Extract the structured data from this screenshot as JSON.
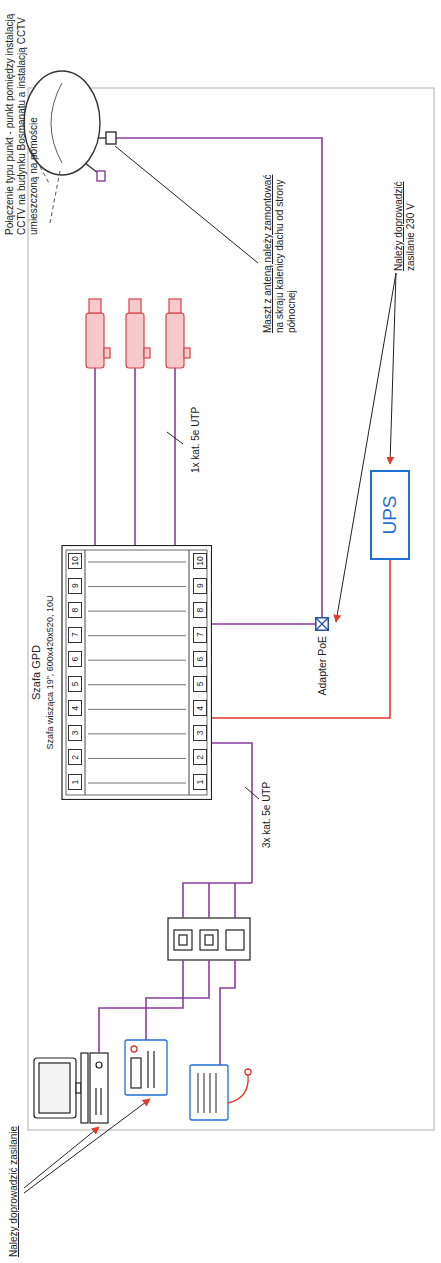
{
  "diagram": {
    "nodes": [
      {
        "text": [
          "Szafa GPD",
          "Szafa wisząca 19\", 600x420x520, 10U",
          "1",
          "2",
          "3",
          "4",
          "5",
          "6",
          "7",
          "8",
          "9",
          "10",
          "1",
          "2",
          "3",
          "4",
          "5",
          "6",
          "7",
          "8",
          "9",
          "10"
        ]
      },
      {
        "text": [
          "Adapter PoE"
        ]
      },
      {
        "text": [
          "UPS"
        ]
      }
    ],
    "edges": [
      {
        "from": 0,
        "to": 1,
        "arrow": "none"
      },
      {
        "from": 2,
        "to": 0,
        "arrow": "none"
      }
    ],
    "labels": [
      "Należy doprowadzić zasilanie",
      "1x kat. 5e UTP",
      "3x kat. 5e UTP",
      "Maszt z anteną należy zamontować na skraju kalenicy dachu od strony północnej",
      "Należy doprowadzić zasilanie 230 V",
      "Połączenie typu punkt - punkt pomiędzy instalacją CCTV na budynku Bosmanatu a instalacją CCTV umieszczoną na pomoście"
    ]
  }
}
